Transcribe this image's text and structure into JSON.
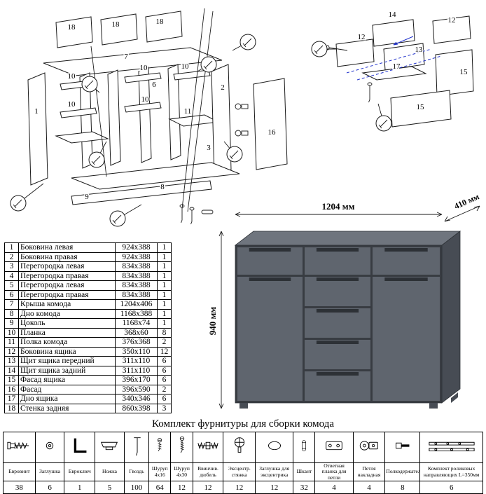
{
  "diagrams": {
    "left_labels": [
      "18",
      "18",
      "18",
      "7",
      "10",
      "10",
      "10",
      "10",
      "10",
      "1",
      "6",
      "2",
      "11",
      "16",
      "9",
      "8",
      "3"
    ],
    "right_labels": [
      "14",
      "12",
      "12",
      "13",
      "17",
      "15",
      "15"
    ]
  },
  "product": {
    "width_label": "1204 мм",
    "depth_label": "410 мм",
    "height_label": "940 мм",
    "colors": {
      "front": "#5a6068",
      "top": "#6f757e",
      "side": "#474c54",
      "gap": "#383c42",
      "panel": "#5f656e",
      "notch": "#2d3136"
    }
  },
  "parts_table": {
    "rows": [
      {
        "num": "1",
        "name": "Боковина левая",
        "size": "924х388",
        "qty": "1"
      },
      {
        "num": "2",
        "name": "Боковина правая",
        "size": "924х388",
        "qty": "1"
      },
      {
        "num": "3",
        "name": "Перегородка левая",
        "size": "834х388",
        "qty": "1"
      },
      {
        "num": "4",
        "name": "Перегородка правая",
        "size": "834х388",
        "qty": "1"
      },
      {
        "num": "5",
        "name": "Перегородка левая",
        "size": "834х388",
        "qty": "1"
      },
      {
        "num": "6",
        "name": "Перегородка правая",
        "size": "834х388",
        "qty": "1"
      },
      {
        "num": "7",
        "name": "Крыша комода",
        "size": "1204х406",
        "qty": "1"
      },
      {
        "num": "8",
        "name": "Дно комода",
        "size": "1168х388",
        "qty": "1"
      },
      {
        "num": "9",
        "name": "Цоколь",
        "size": "1168х74",
        "qty": "1"
      },
      {
        "num": "10",
        "name": "Планка",
        "size": "368х60",
        "qty": "8"
      },
      {
        "num": "11",
        "name": "Полка комода",
        "size": "376х368",
        "qty": "2"
      },
      {
        "num": "12",
        "name": "Боковина ящика",
        "size": "350х110",
        "qty": "12"
      },
      {
        "num": "13",
        "name": "Щит ящика передний",
        "size": "311х110",
        "qty": "6"
      },
      {
        "num": "14",
        "name": "Щит ящика задний",
        "size": "311х110",
        "qty": "6"
      },
      {
        "num": "15",
        "name": "Фасад ящика",
        "size": "396х170",
        "qty": "6"
      },
      {
        "num": "16",
        "name": "Фасад",
        "size": "396х590",
        "qty": "2"
      },
      {
        "num": "17",
        "name": "Дно ящика",
        "size": "340х346",
        "qty": "6"
      },
      {
        "num": "18",
        "name": "Стенка задняя",
        "size": "860х398",
        "qty": "3"
      }
    ]
  },
  "hardware": {
    "title": "Комплект фурнитуры для сборки комода",
    "items": [
      {
        "name": "Евровинт",
        "qty": "38",
        "icon": "euroscrew-icon"
      },
      {
        "name": "Заглушка",
        "qty": "6",
        "icon": "plug-icon"
      },
      {
        "name": "Евроключ",
        "qty": "1",
        "icon": "hexkey-icon"
      },
      {
        "name": "Ножка",
        "qty": "5",
        "icon": "leg-icon"
      },
      {
        "name": "Гвоздь",
        "qty": "100",
        "icon": "nail-icon"
      },
      {
        "name": "Шуруп 4х16",
        "qty": "64",
        "icon": "screw-short-icon"
      },
      {
        "name": "Шуруп 4х30",
        "qty": "12",
        "icon": "screw-long-icon"
      },
      {
        "name": "Ввинчив. дюбель",
        "qty": "12",
        "icon": "dowel-screw-icon"
      },
      {
        "name": "Эксцентр. стяжка",
        "qty": "12",
        "icon": "eccentric-icon"
      },
      {
        "name": "Заглушка для эксцентрика",
        "qty": "12",
        "icon": "eccentric-cap-icon"
      },
      {
        "name": "Шкант",
        "qty": "32",
        "icon": "dowel-icon"
      },
      {
        "name": "Ответная планка для петли",
        "qty": "4",
        "icon": "strike-plate-icon"
      },
      {
        "name": "Петля накладная",
        "qty": "4",
        "icon": "hinge-icon"
      },
      {
        "name": "Полкодержатель",
        "qty": "8",
        "icon": "shelf-pin-icon"
      },
      {
        "name": "Комплект роликовых направляющих L=350мм",
        "qty": "6",
        "icon": "roller-guides-icon"
      }
    ]
  }
}
